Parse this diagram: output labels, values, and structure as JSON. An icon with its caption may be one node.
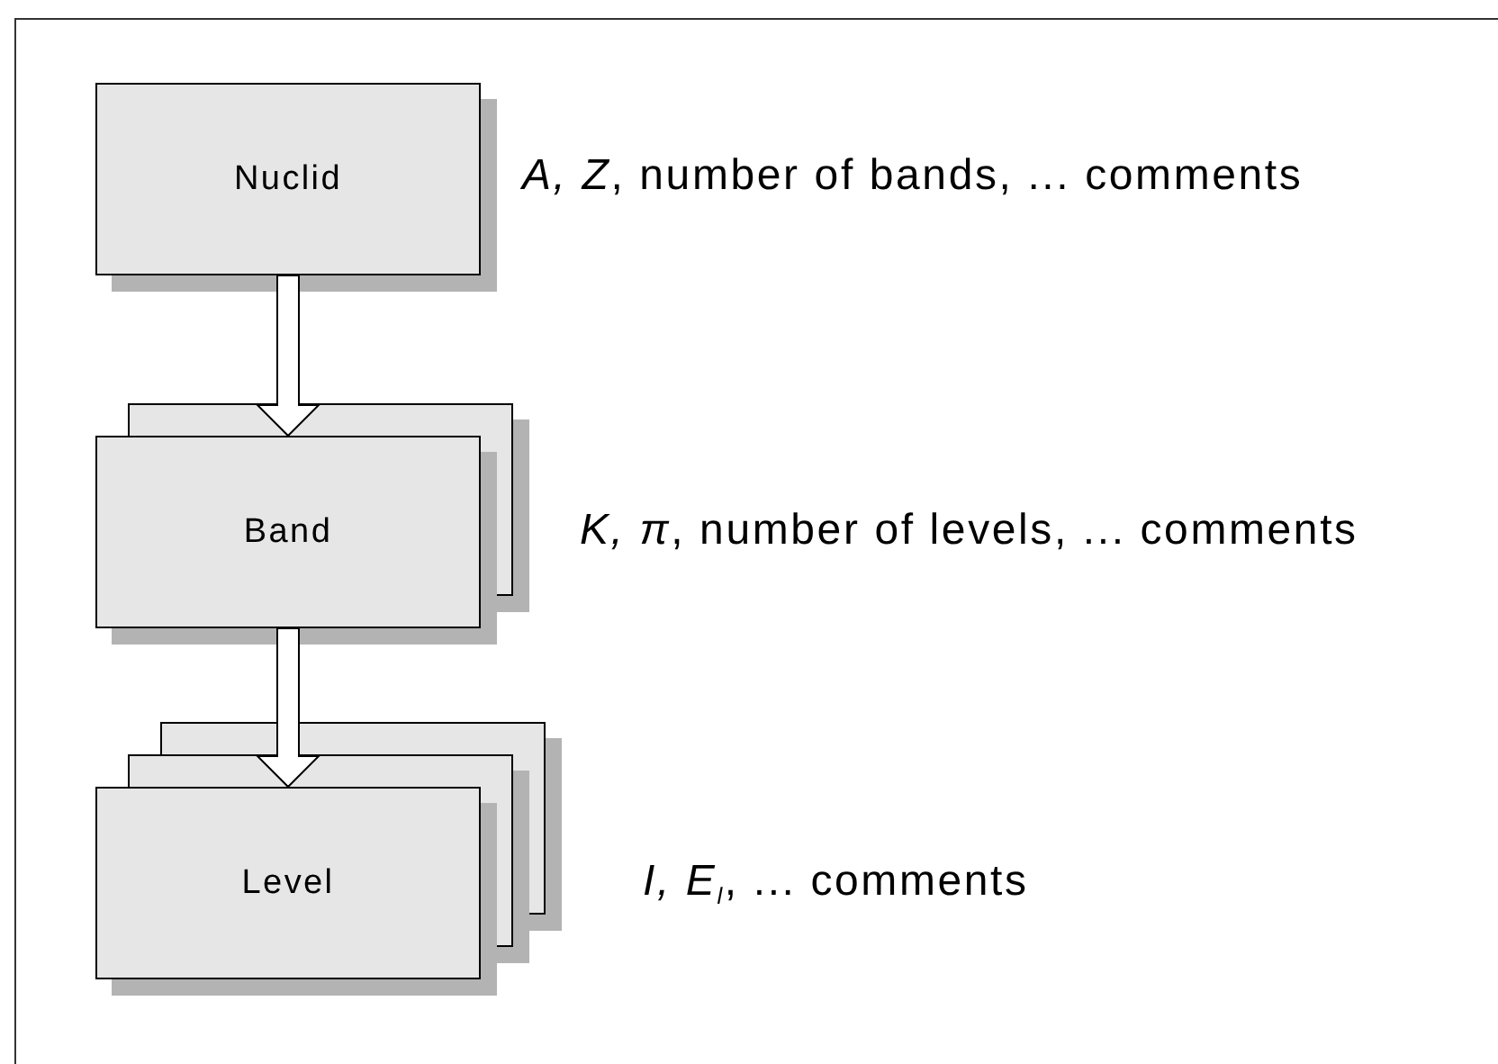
{
  "diagram": {
    "nodes": [
      {
        "text": [
          "Nuclid"
        ],
        "beside": [
          "*A, Z*, number of bands, ... comments"
        ]
      },
      {
        "text": [
          "Band"
        ],
        "beside": [
          "*K, π*, number of levels, ... comments"
        ]
      },
      {
        "text": [
          "Level"
        ],
        "beside": [
          "*I, E*$_{l}$, ... comments"
        ]
      }
    ],
    "edges": [
      {
        "from": 0,
        "to": 1,
        "arrow": "to"
      },
      {
        "from": 1,
        "to": 2,
        "arrow": "to"
      }
    ]
  }
}
